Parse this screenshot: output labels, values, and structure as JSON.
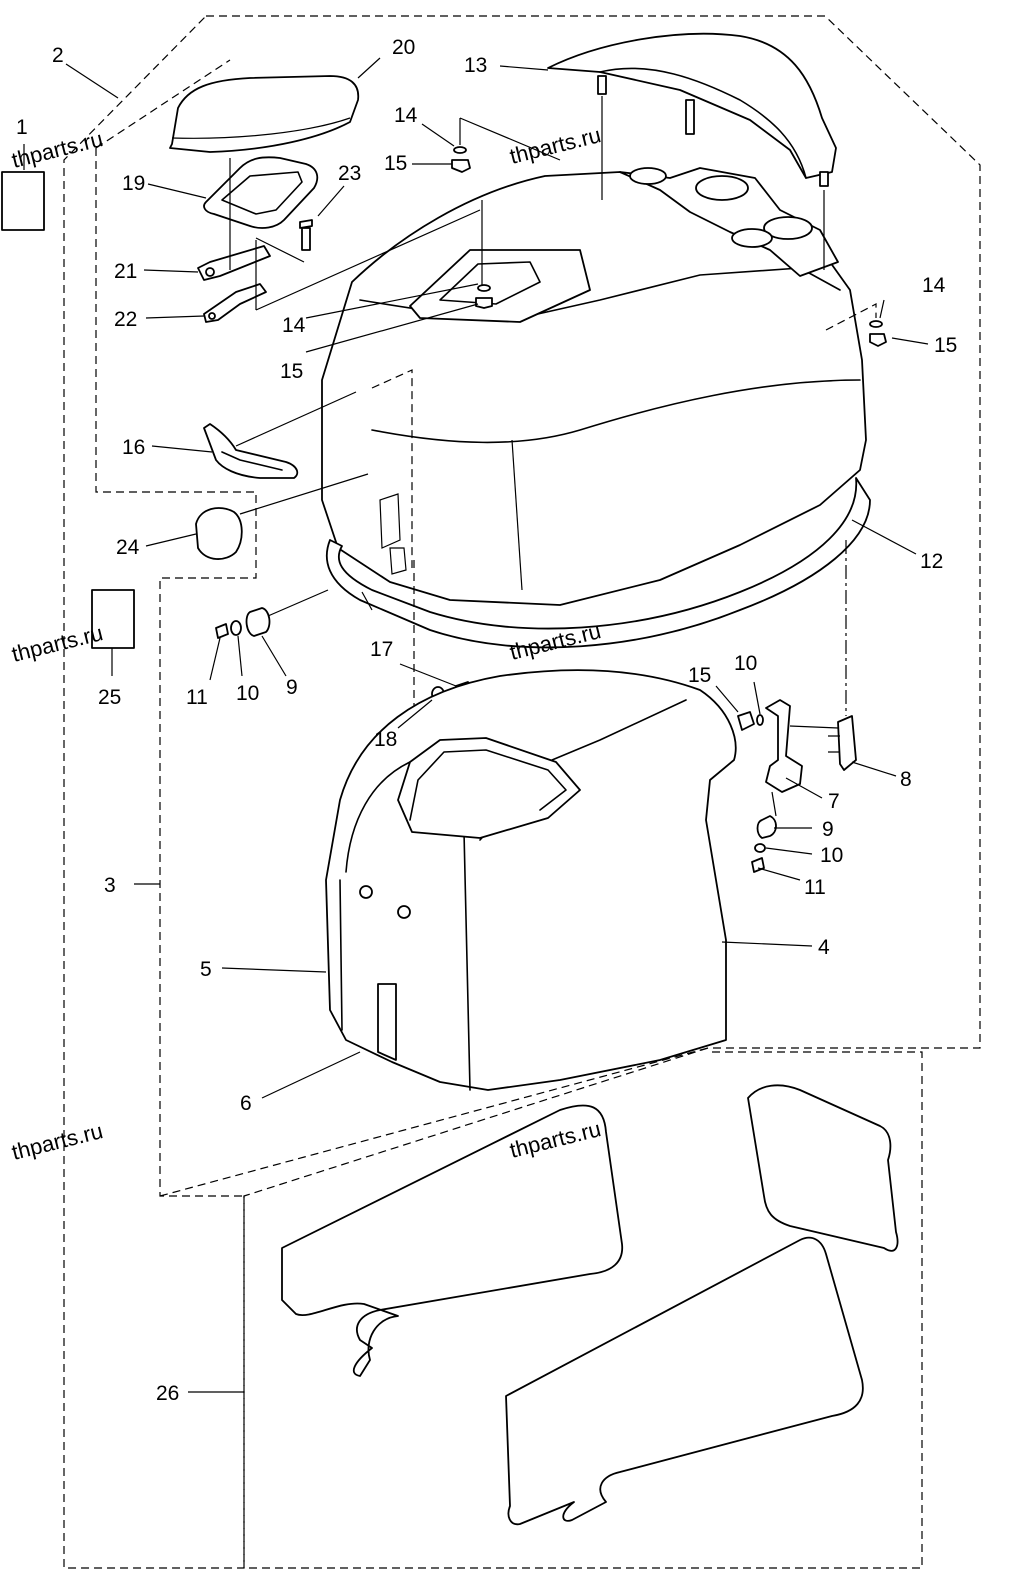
{
  "callouts": {
    "c1": "1",
    "c2": "2",
    "c3": "3",
    "c4": "4",
    "c5": "5",
    "c6": "6",
    "c7": "7",
    "c8": "8",
    "c9": "9",
    "c10": "10",
    "c11": "11",
    "c12": "12",
    "c13": "13",
    "c14": "14",
    "c15": "15",
    "c16": "16",
    "c17": "17",
    "c18": "18",
    "c19": "19",
    "c20": "20",
    "c21": "21",
    "c22": "22",
    "c23": "23",
    "c24": "24",
    "c25": "25",
    "c26": "26"
  },
  "watermark": "thparts.ru"
}
